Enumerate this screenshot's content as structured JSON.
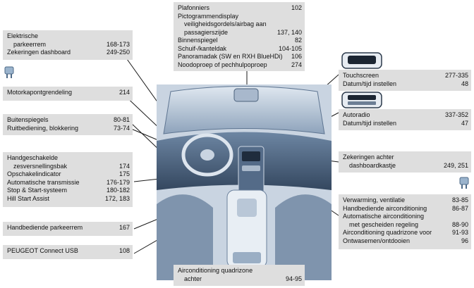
{
  "left": {
    "box1": [
      {
        "label": "Elektrische",
        "page": ""
      },
      {
        "label": "parkeerrem",
        "page": "168-173",
        "indent": true
      },
      {
        "label": "Zekeringen dashboard",
        "page": "249-250"
      }
    ],
    "box2": [
      {
        "label": "Motorkapontgrendeling",
        "page": "214"
      }
    ],
    "box3": [
      {
        "label": "Buitenspiegels",
        "page": "80-81"
      },
      {
        "label": "Ruitbediening, blokkering",
        "page": "73-74"
      }
    ],
    "box4": [
      {
        "label": "Handgeschakelde",
        "page": ""
      },
      {
        "label": "zesversnellingsbak",
        "page": "174",
        "indent": true
      },
      {
        "label": "Opschakelindicator",
        "page": "175"
      },
      {
        "label": "Automatische transmissie",
        "page": "176-179"
      },
      {
        "label": "Stop & Start-systeem",
        "page": "180-182"
      },
      {
        "label": "Hill Start Assist",
        "page": "172, 183"
      }
    ],
    "box5": [
      {
        "label": "Handbediende parkeerrem",
        "page": "167"
      }
    ],
    "box6": [
      {
        "label": "PEUGEOT Connect USB",
        "page": "108"
      }
    ]
  },
  "top": {
    "box": [
      {
        "label": "Plafonniers",
        "page": "102"
      },
      {
        "label": "Pictogrammendisplay",
        "page": ""
      },
      {
        "label": "veiligheidsgordels/airbag aan",
        "page": "",
        "indent": true
      },
      {
        "label": "passagierszijde",
        "page": "137, 140",
        "indent": true
      },
      {
        "label": "Binnenspiegel",
        "page": "82"
      },
      {
        "label": "Schuif-/kanteldak",
        "page": "104-105"
      },
      {
        "label": "Panoramadak (SW en RXH BlueHDi)",
        "page": "106"
      },
      {
        "label": "Noodoproep of pechhulpoproep",
        "page": "274"
      }
    ]
  },
  "bottom": {
    "box": [
      {
        "label": "Airconditioning quadrizone",
        "page": ""
      },
      {
        "label": "achter",
        "page": "94-95",
        "indent": true
      }
    ]
  },
  "right": {
    "box1": [
      {
        "label": "Touchscreen",
        "page": "277-335"
      },
      {
        "label": "Datum/tijd instellen",
        "page": "48"
      }
    ],
    "box2": [
      {
        "label": "Autoradio",
        "page": "337-352"
      },
      {
        "label": "Datum/tijd instellen",
        "page": "47"
      }
    ],
    "box3": [
      {
        "label": "Zekeringen achter",
        "page": ""
      },
      {
        "label": "dashboardkastje",
        "page": "249, 251",
        "indent": true
      }
    ],
    "box4": [
      {
        "label": "Verwarming, ventilatie",
        "page": "83-85"
      },
      {
        "label": "Handbediende airconditioning",
        "page": "86-87"
      },
      {
        "label": "Automatische airconditioning",
        "page": ""
      },
      {
        "label": "met gescheiden regeling",
        "page": "88-90",
        "indent": true
      },
      {
        "label": "Airconditioning quadrizone voor",
        "page": "91-93"
      },
      {
        "label": "Ontwasemen/ontdooien",
        "page": "96"
      }
    ]
  }
}
